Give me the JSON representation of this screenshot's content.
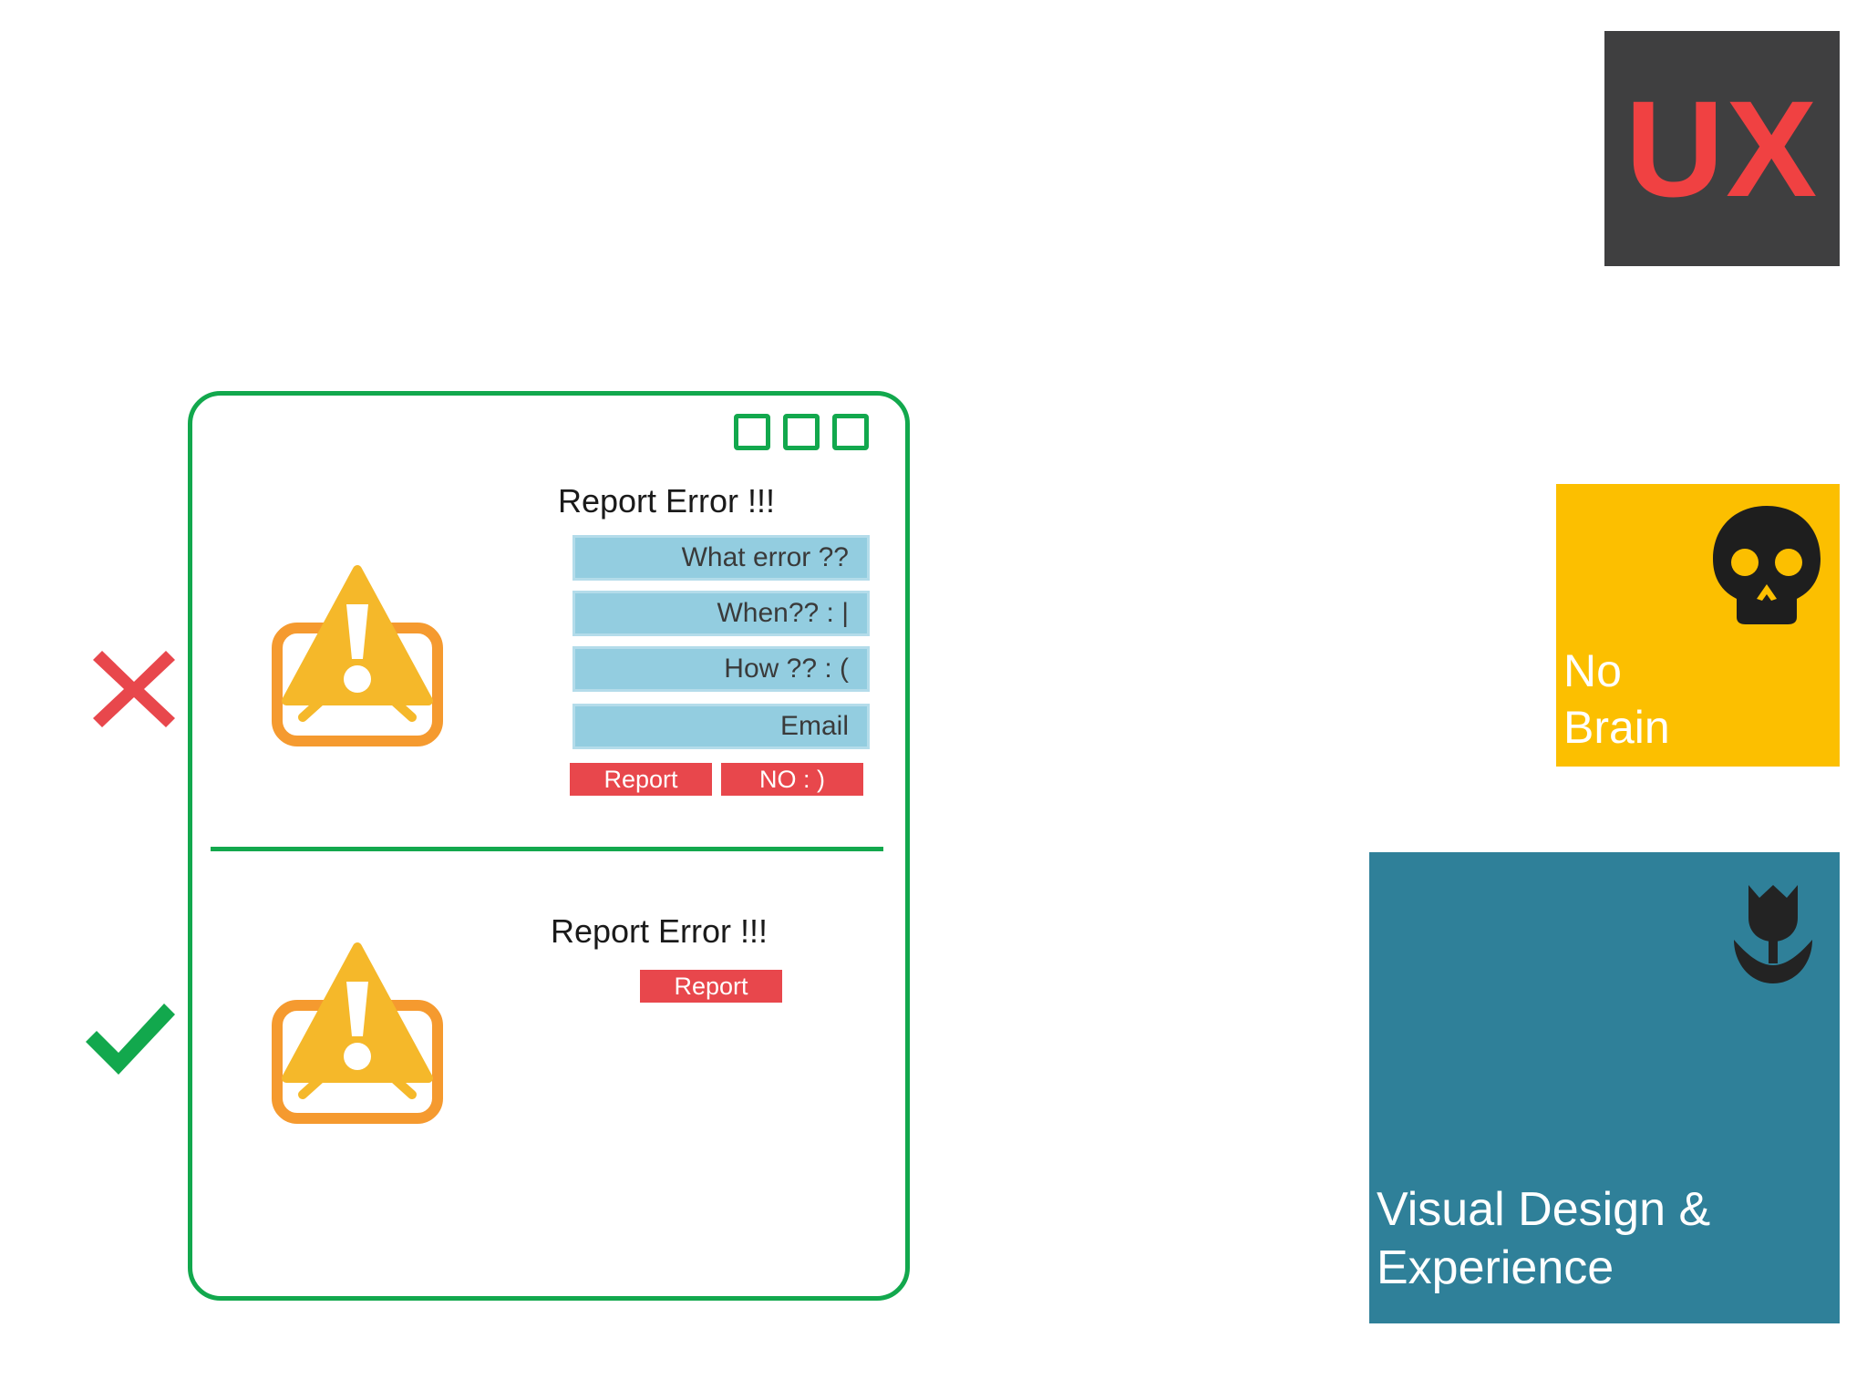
{
  "tiles": {
    "ux": {
      "label": "UX",
      "text_color": "#f04142",
      "background": "#3f3f40"
    },
    "no_brain": {
      "line1": "No",
      "line2": "Brain",
      "background": "#fcbf00",
      "icon": "skull-icon"
    },
    "visual_design": {
      "line1": "Visual Design &",
      "line2": "Experience",
      "background": "#2f8099",
      "icon": "tulip-icon"
    }
  },
  "marks": {
    "bad": {
      "icon": "cross-icon",
      "color": "#e8474c"
    },
    "good": {
      "icon": "checkmark-icon",
      "color": "#12a84d"
    }
  },
  "window": {
    "accent": "#12a84d",
    "bad_example": {
      "title": "Report Error !!!",
      "fields": [
        "What error ??",
        "When?? : |",
        "How ?? : (",
        "Email"
      ],
      "buttons": {
        "report": "Report",
        "no": "NO : )"
      }
    },
    "good_example": {
      "title": "Report Error !!!",
      "buttons": {
        "report": "Report"
      }
    }
  }
}
